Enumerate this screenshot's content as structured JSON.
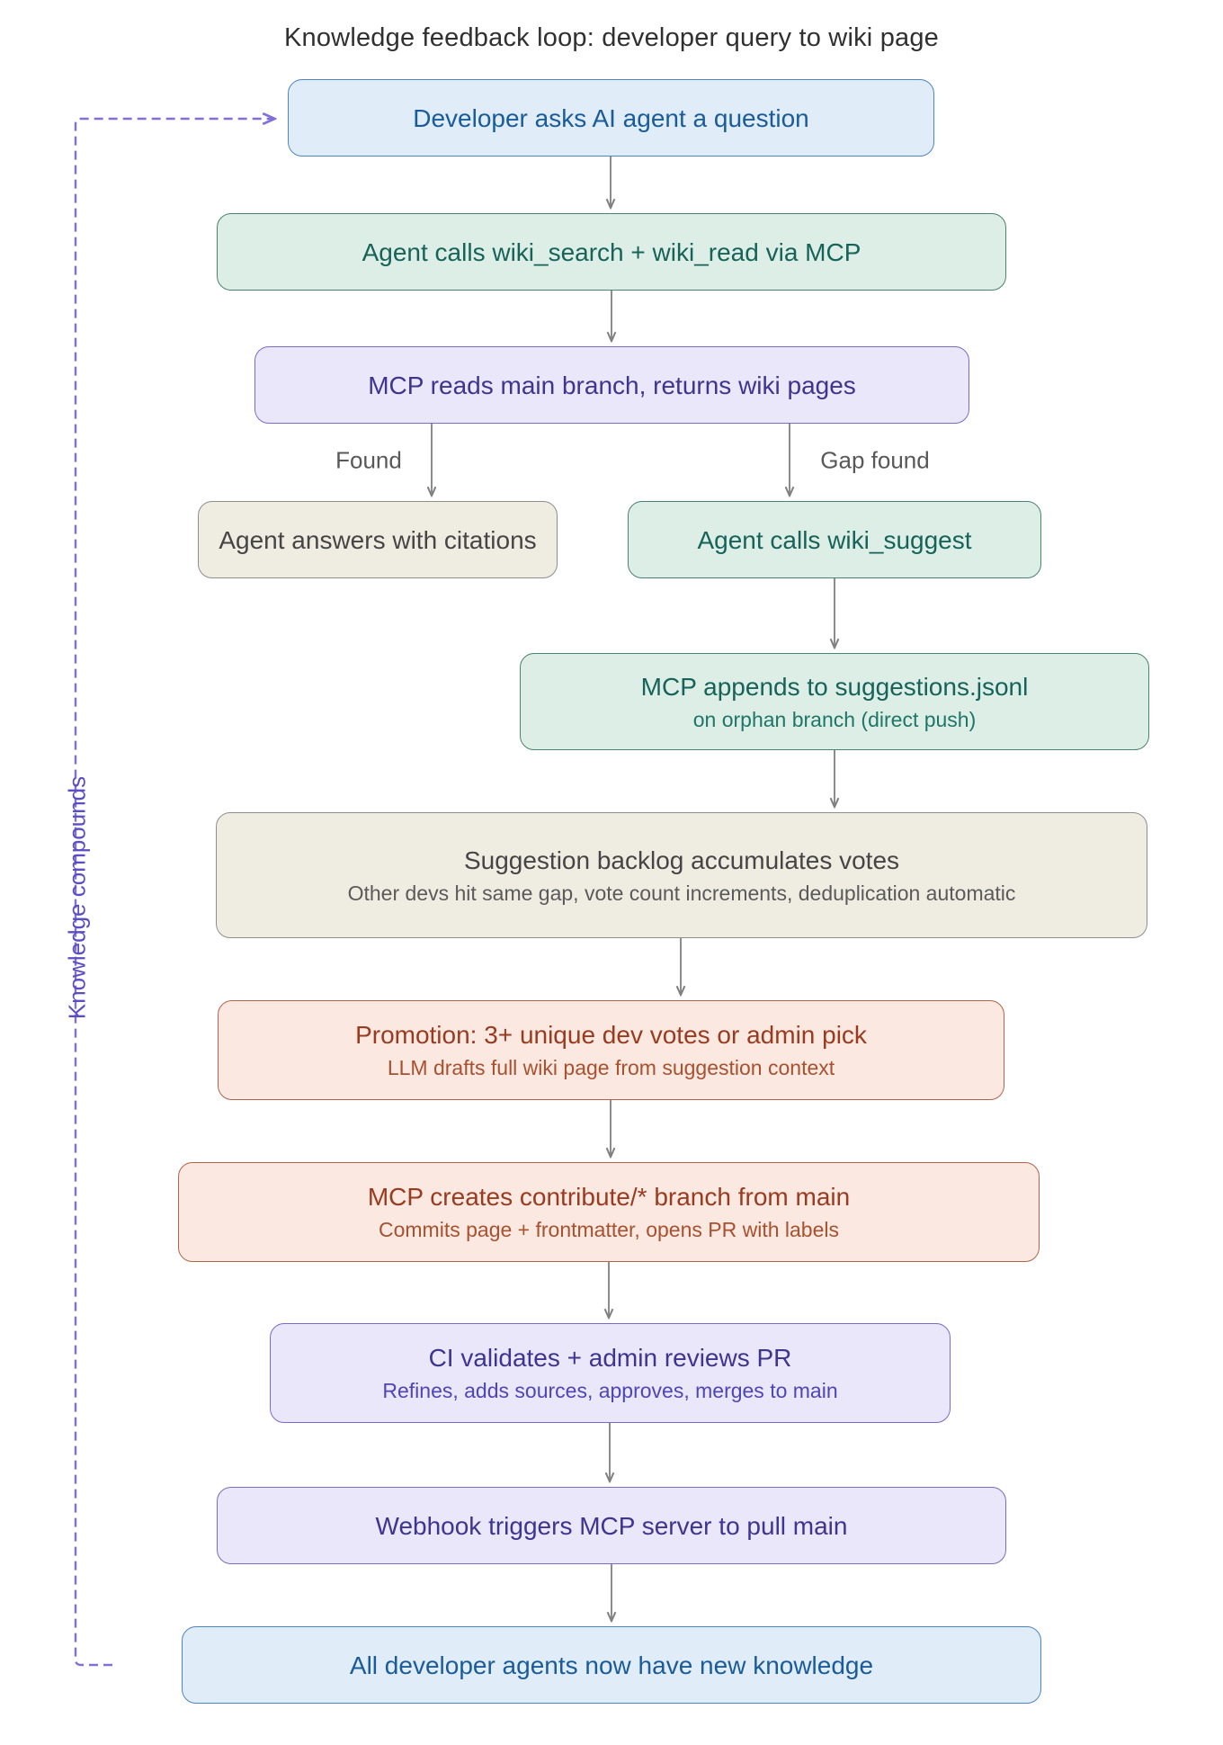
{
  "title": "Knowledge feedback loop: developer query to wiki page",
  "nodes": [
    {
      "id": "ask",
      "label": "Developer asks AI agent a question"
    },
    {
      "id": "search",
      "label": "Agent calls wiki_search + wiki_read via MCP"
    },
    {
      "id": "read",
      "label": "MCP reads main branch, returns wiki pages"
    },
    {
      "id": "answer",
      "label": "Agent answers with citations"
    },
    {
      "id": "suggest",
      "label": "Agent calls wiki_suggest"
    },
    {
      "id": "append",
      "label": "MCP appends to suggestions.jsonl",
      "sublabel": "on orphan branch (direct push)"
    },
    {
      "id": "backlog",
      "label": "Suggestion backlog accumulates votes",
      "sublabel": "Other devs hit same gap, vote count increments, deduplication automatic"
    },
    {
      "id": "promotion",
      "label": "Promotion: 3+ unique dev votes or admin pick",
      "sublabel": "LLM drafts full wiki page from suggestion context"
    },
    {
      "id": "branch",
      "label": "MCP creates contribute/* branch from main",
      "sublabel": "Commits page + frontmatter, opens PR with labels"
    },
    {
      "id": "ci",
      "label": "CI validates + admin reviews PR",
      "sublabel": "Refines, adds sources, approves, merges to main"
    },
    {
      "id": "webhook",
      "label": "Webhook triggers MCP server to pull main"
    },
    {
      "id": "knowledge",
      "label": "All developer agents now have new knowledge"
    }
  ],
  "edge_labels": {
    "found": "Found",
    "gap_found": "Gap found"
  },
  "loop": {
    "label": "Knowledge compounds"
  },
  "colors": {
    "blue_fill": "#e0ecf8",
    "blue_stroke": "#4c86c0",
    "blue_text": "#1a5c99",
    "green_fill": "#ddeee6",
    "green_stroke": "#4a8370",
    "green_text": "#17635a",
    "lavender_fill": "#e9e7f9",
    "lavender_stroke": "#7a6bc9",
    "lavender_text": "#3d3590",
    "beige_fill": "#efece2",
    "beige_stroke": "#8e8e8e",
    "beige_text": "#454545",
    "pink_fill": "#fae8e1",
    "pink_stroke": "#b06449",
    "pink_text": "#9a3b20",
    "arrow": "#808080",
    "loop_dash": "#8170d8",
    "loop_text": "#5a4ec5",
    "title_text": "#303030",
    "edge_label_text": "#585858"
  }
}
